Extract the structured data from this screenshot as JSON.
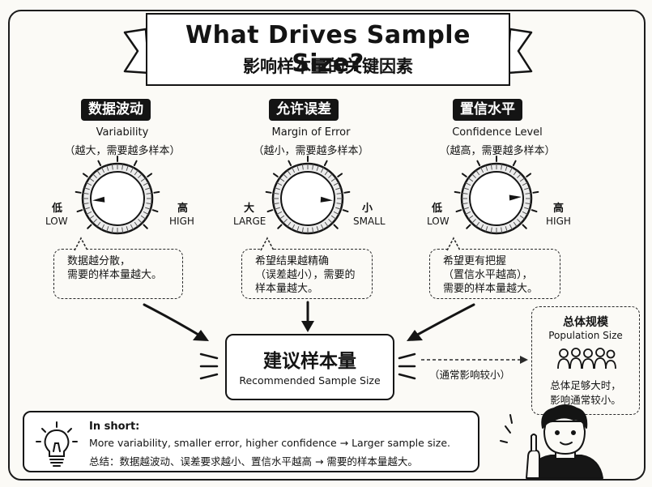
{
  "title": {
    "main": "What Drives Sample Size?",
    "sub": "影响样本量的关键因素"
  },
  "factors": [
    {
      "tag": "数据波动",
      "en": "Variability",
      "zh": "（越大，需要越多样本）",
      "left_zh": "低",
      "left_en": "LOW",
      "right_zh": "高",
      "right_en": "HIGH",
      "dial_level": 0.15,
      "bubble": [
        "数据越分散，",
        "需要的样本量越大。"
      ]
    },
    {
      "tag": "允许误差",
      "en": "Margin of Error",
      "zh": "（越小，需要越多样本）",
      "left_zh": "大",
      "left_en": "LARGE",
      "right_zh": "小",
      "right_en": "SMALL",
      "dial_level": 0.85,
      "bubble": [
        "希望结果越精确",
        "（误差越小），需要的",
        "样本量越大。"
      ]
    },
    {
      "tag": "置信水平",
      "en": "Confidence Level",
      "zh": "（越高，需要越多样本）",
      "left_zh": "低",
      "left_en": "LOW",
      "right_zh": "高",
      "right_en": "HIGH",
      "dial_level": 0.82,
      "bubble": [
        "希望更有把握",
        "（置信水平越高），",
        "需要的样本量越大。"
      ]
    }
  ],
  "result": {
    "zh": "建议样本量",
    "en": "Recommended Sample Size"
  },
  "population": {
    "title": "总体规模",
    "en": "Population Size",
    "arrow_label": "（通常影响较小）",
    "note": [
      "总体足够大时，",
      "影响通常较小。"
    ]
  },
  "summary": {
    "heading": "In short:",
    "line_en": "More variability, smaller error, higher confidence  →  Larger sample size.",
    "line_zh": "总结：数据越波动、误差要求越小、置信水平越高  →  需要的样本量越大。"
  },
  "icons": [
    "lightbulb-icon",
    "people-icon",
    "person-illustration",
    "dial-icon"
  ]
}
